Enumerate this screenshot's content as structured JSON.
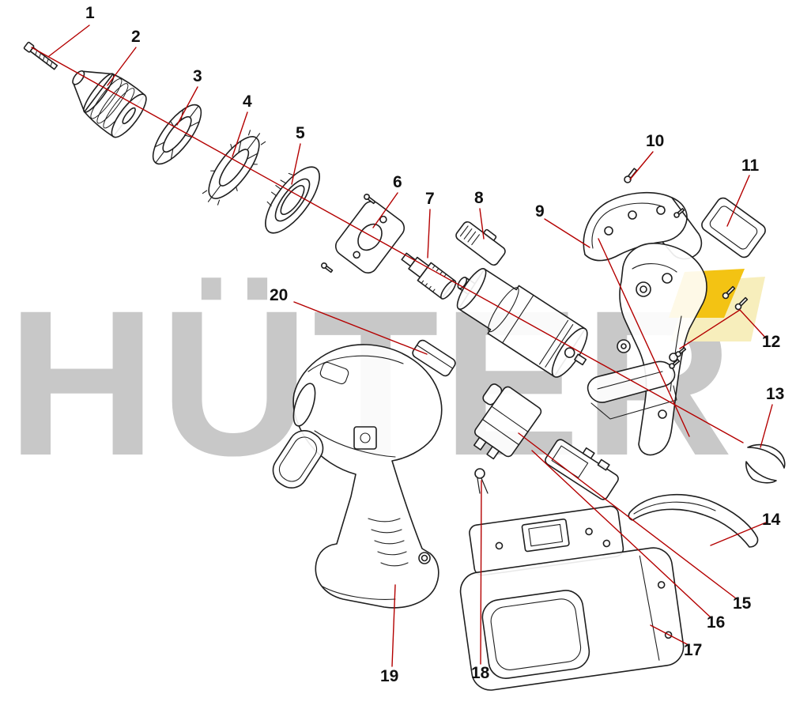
{
  "diagram": {
    "watermark_text": "HÜTER",
    "colors": {
      "background": "#ffffff",
      "line": "#1f1f1f",
      "leader_red": "#b40000",
      "watermark_gray": "#c8c8c8",
      "accent_yellow": "#f3c313",
      "accent_yellow_pale": "#f7eebc"
    },
    "labels": [
      {
        "text": "1"
      },
      {
        "text": "2"
      },
      {
        "text": "3"
      },
      {
        "text": "4"
      },
      {
        "text": "5"
      },
      {
        "text": "6"
      },
      {
        "text": "7"
      },
      {
        "text": "8"
      },
      {
        "text": "9"
      },
      {
        "text": "10"
      },
      {
        "text": "11"
      },
      {
        "text": "12"
      },
      {
        "text": "13"
      },
      {
        "text": "14"
      },
      {
        "text": "15"
      },
      {
        "text": "16"
      },
      {
        "text": "17"
      },
      {
        "text": "18"
      },
      {
        "text": "19"
      },
      {
        "text": "20"
      }
    ]
  }
}
